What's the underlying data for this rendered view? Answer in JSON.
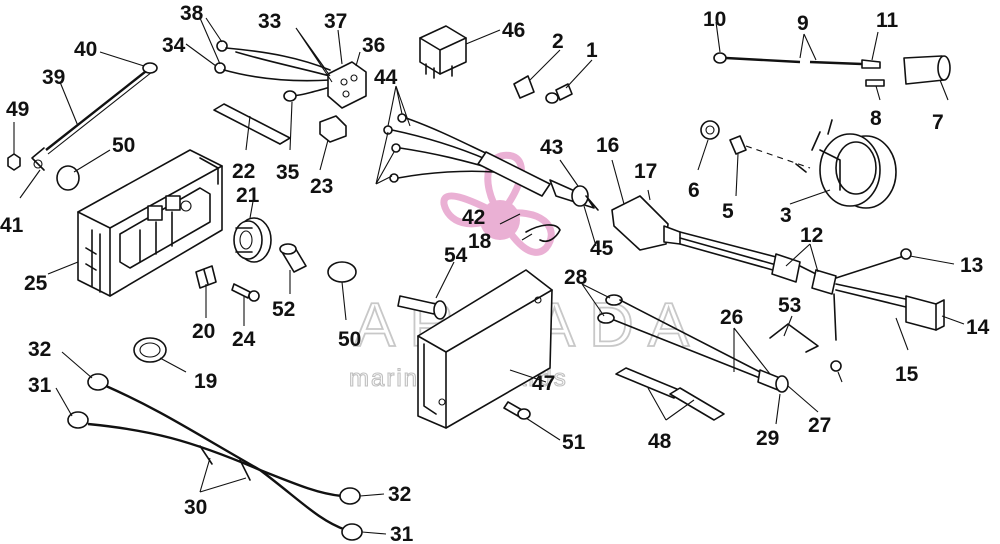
{
  "watermark": {
    "title": "ARMADA",
    "subtitle": "marine outboards",
    "logo_color": "#e7a3cd"
  },
  "callouts": [
    "38",
    "33",
    "37",
    "36",
    "46",
    "40",
    "34",
    "2",
    "1",
    "10",
    "9",
    "11",
    "39",
    "49",
    "44",
    "50",
    "22",
    "35",
    "23",
    "43",
    "16",
    "17",
    "6",
    "5",
    "3",
    "8",
    "7",
    "21",
    "41",
    "25",
    "42",
    "18",
    "45",
    "12",
    "13",
    "20",
    "24",
    "52",
    "54",
    "28",
    "53",
    "26",
    "14",
    "15",
    "50",
    "32",
    "19",
    "47",
    "51",
    "48",
    "29",
    "27",
    "31",
    "30",
    "32",
    "31"
  ]
}
